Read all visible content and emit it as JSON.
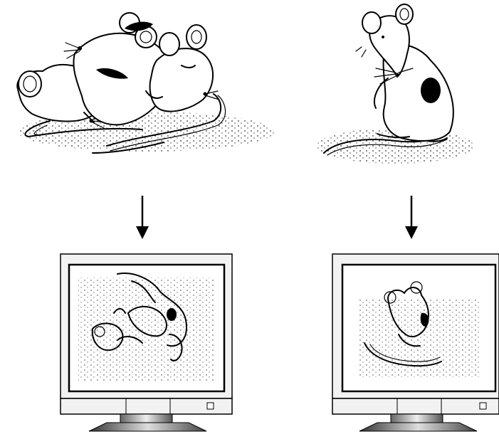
{
  "panels": [
    {
      "id": "group",
      "description_icon": "huddled-mice-illustration"
    },
    {
      "id": "single",
      "description_icon": "grooming-mouse-illustration"
    }
  ],
  "colors": {
    "ink": "#000000",
    "paper": "#ffffff",
    "monitor_frame": "#f2f2f2",
    "stand_dark": "#555555",
    "stand_light": "#dddddd"
  }
}
